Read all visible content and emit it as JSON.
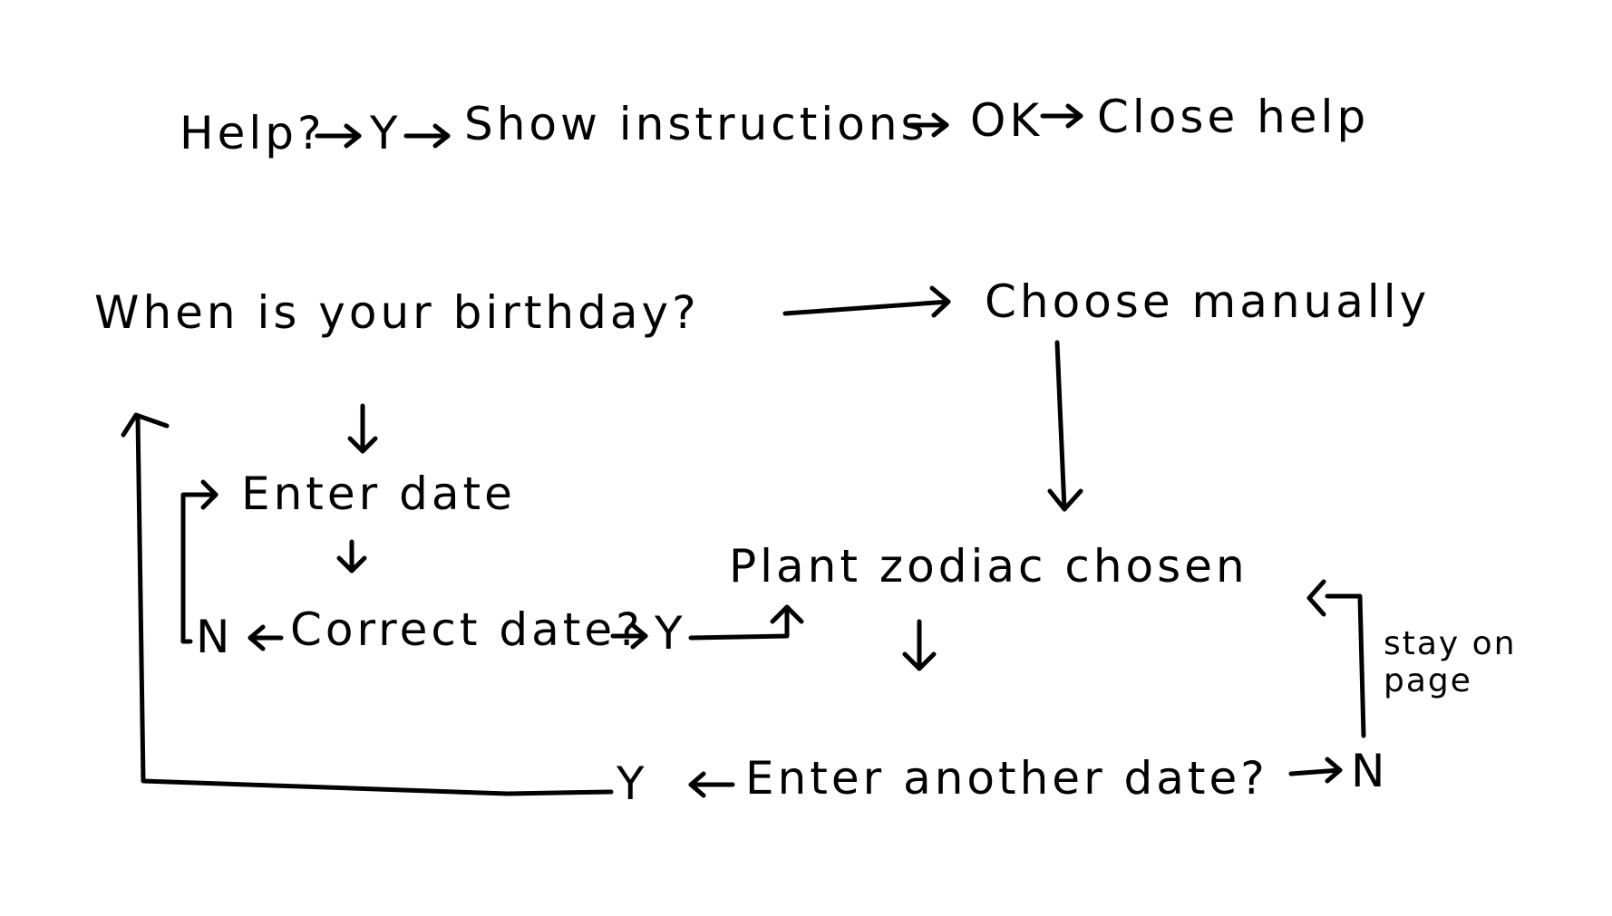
{
  "help_flow": {
    "help_question": "Help?",
    "yes": "Y",
    "show_instructions": "Show instructions",
    "ok": "OK",
    "close_help": "Close help"
  },
  "main_flow": {
    "birthday_question": "When is your birthday?",
    "choose_manually": "Choose manually",
    "enter_date": "Enter date",
    "correct_date_question": "Correct date?",
    "correct_no": "N",
    "correct_yes": "Y",
    "plant_zodiac_chosen": "Plant zodiac chosen",
    "another_date_question": "Enter another date?",
    "another_yes": "Y",
    "another_no": "N",
    "stay_on_page": "stay on page"
  },
  "colors": {
    "ink": "#000000",
    "background": "#ffffff"
  }
}
